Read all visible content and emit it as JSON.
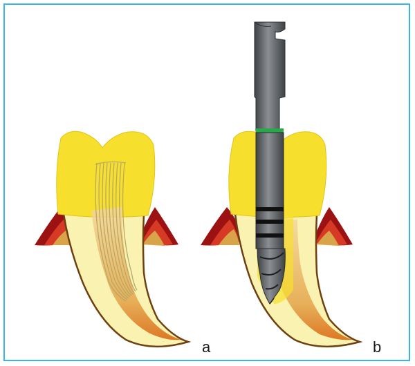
{
  "panels": [
    {
      "label": "a",
      "depiction": "tooth-with-gutta-percha-root-filling"
    },
    {
      "label": "b",
      "depiction": "tooth-with-post-drill-removing-filling"
    }
  ],
  "colors": {
    "frame": "#38b4e8",
    "enamel": "#f7df2e",
    "root_dentin": "#faf2b0",
    "root_outline": "#6e4010",
    "pulp_canal": "#e4a44a",
    "canal_apex": "#d8620c",
    "gingiva_dark": "#9c1212",
    "gingiva_light": "#d63a24",
    "bone": "#d9a34a",
    "drill_body": "#5a5d61",
    "drill_highlight": "#8b8e92",
    "drill_band_green": "#27a84a",
    "drill_band_black": "#111111",
    "gutta_percha_lines": "#b8a766"
  },
  "icons": [
    "tooth-diagram",
    "post-drill-icon"
  ]
}
